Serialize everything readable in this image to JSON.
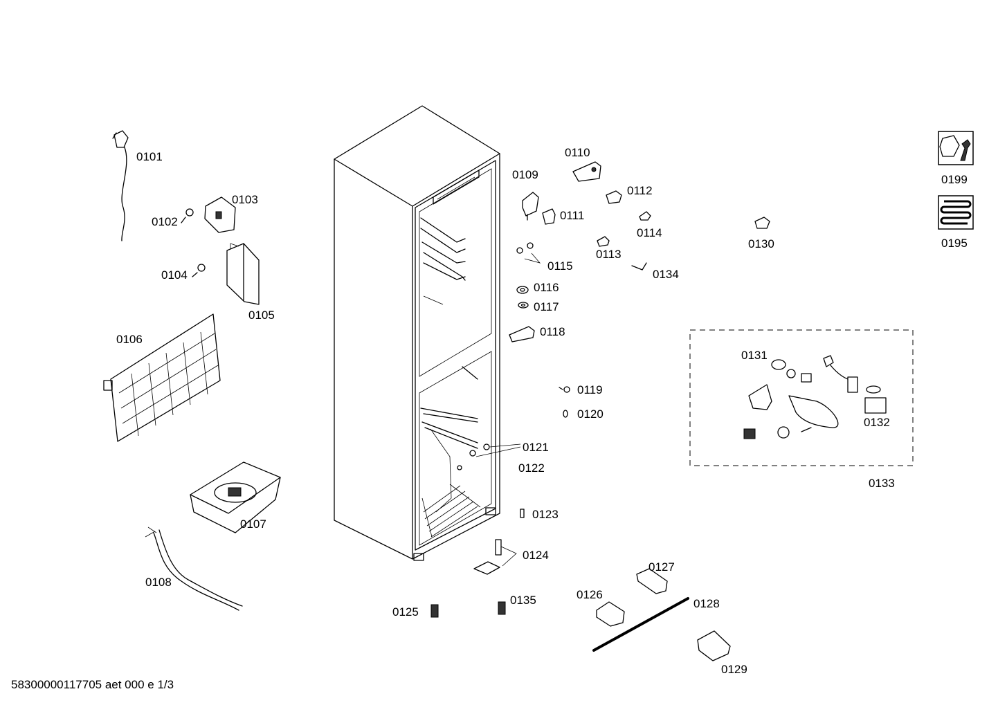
{
  "footer": {
    "code": "58300000117705 aet 000 e 1/3"
  },
  "parts": {
    "p0101": "0101",
    "p0102": "0102",
    "p0103": "0103",
    "p0104": "0104",
    "p0105": "0105",
    "p0106": "0106",
    "p0107": "0107",
    "p0108": "0108",
    "p0109": "0109",
    "p0110": "0110",
    "p0111": "0111",
    "p0112": "0112",
    "p0113": "0113",
    "p0114": "0114",
    "p0115": "0115",
    "p0116": "0116",
    "p0117": "0117",
    "p0118": "0118",
    "p0119": "0119",
    "p0120": "0120",
    "p0121": "0121",
    "p0122": "0122",
    "p0123": "0123",
    "p0124": "0124",
    "p0125": "0125",
    "p0126": "0126",
    "p0127": "0127",
    "p0128": "0128",
    "p0129": "0129",
    "p0130": "0130",
    "p0131": "0131",
    "p0132": "0132",
    "p0133": "0133",
    "p0134": "0134",
    "p0135": "0135",
    "p0195": "0195",
    "p0199": "0199"
  },
  "icons": {
    "tools": "wrench-nut-icon",
    "heating": "heating-coil-icon"
  }
}
